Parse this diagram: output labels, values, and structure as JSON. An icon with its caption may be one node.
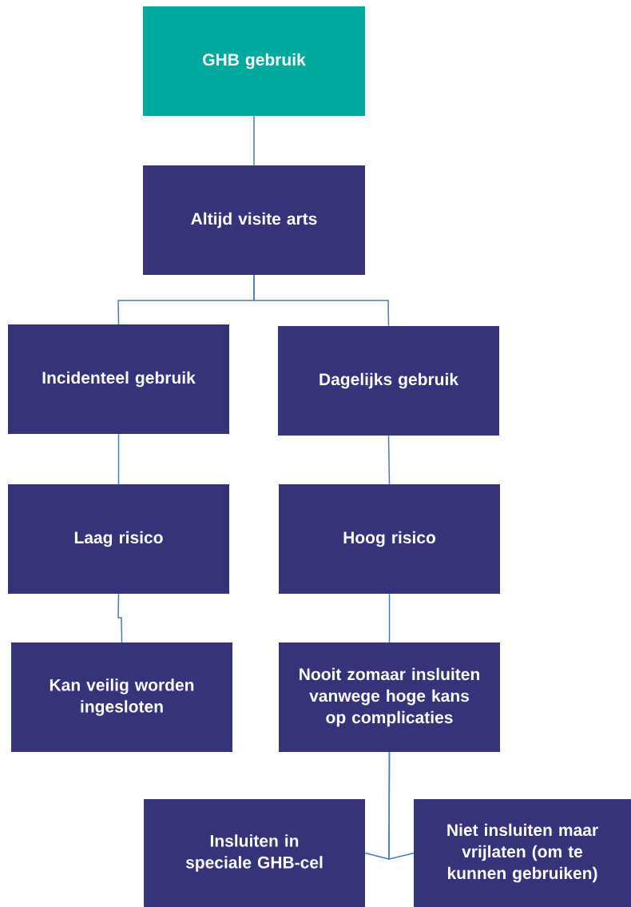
{
  "diagram": {
    "nodes": [
      {
        "text": [
          "GHB gebruik"
        ]
      },
      {
        "text": [
          "Altijd visite arts"
        ]
      },
      {
        "text": [
          "Incidenteel gebruik"
        ]
      },
      {
        "text": [
          "Dagelijks gebruik"
        ]
      },
      {
        "text": [
          "Laag risico"
        ]
      },
      {
        "text": [
          "Hoog risico"
        ]
      },
      {
        "text": [
          "Kan veilig worden ingesloten"
        ]
      },
      {
        "text": [
          "Nooit zomaar insluiten vanwege hoge kans op complicaties"
        ]
      },
      {
        "text": [
          "Insluiten in speciale GHB-cel"
        ]
      },
      {
        "text": [
          "Niet insluiten maar vrijlaten (om te kunnen gebruiken)"
        ]
      }
    ],
    "edges": [
      {
        "from": 0,
        "to": 1,
        "arrow": "none"
      },
      {
        "from": 1,
        "to": 2,
        "arrow": "none"
      },
      {
        "from": 1,
        "to": 3,
        "arrow": "none"
      },
      {
        "from": 2,
        "to": 4,
        "arrow": "none"
      },
      {
        "from": 3,
        "to": 5,
        "arrow": "none"
      },
      {
        "from": 4,
        "to": 6,
        "arrow": "none"
      },
      {
        "from": 5,
        "to": 7,
        "arrow": "none"
      },
      {
        "from": 7,
        "to": 8,
        "arrow": "none"
      },
      {
        "from": 7,
        "to": 9,
        "arrow": "none"
      }
    ]
  }
}
